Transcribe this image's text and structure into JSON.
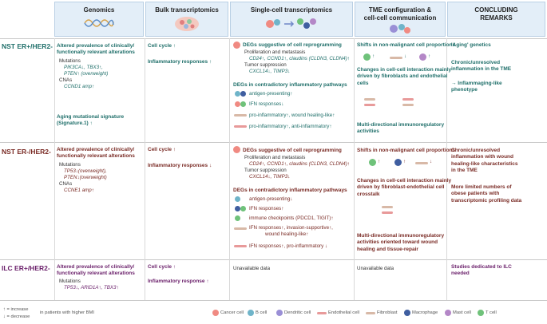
{
  "headers": {
    "genomics": "Genomics",
    "bulk": "Bulk transcriptomics",
    "single": "Single-cell transcriptomics",
    "tme_1": "TME configuration &",
    "tme_2": "cell-cell communication",
    "concl_1": "CONCLUDING",
    "concl_2": "REMARKS"
  },
  "rows": {
    "r1": "NST ER+/HER2-",
    "r2": "NST ER-/HER2-",
    "r3": "ILC ER+/HER2-"
  },
  "r1": {
    "gen_title_1": "Altered prevalence of clinically/",
    "gen_title_2": "functionally relevant alterations",
    "mut": "Mutations",
    "mut_1": "PIK3CA↓, TBX3↑,",
    "mut_2": "PTEN↑ (overweight)",
    "cna": "CNAs",
    "cna_1": "CCND1 amp↑",
    "aging_1": "Aging mutational signature",
    "aging_2": "(Signature.1) ↑",
    "bulk_1": "Cell cycle ↑",
    "bulk_2": "Inflammatory responses ↑",
    "sc_title": "DEGs suggestive of cell reprogramming",
    "sc_pm": "Proliferation and metastasis",
    "sc_pm_genes": "CD24↑, CCND1↑, claudins (CLDN3, CLDN4)↑",
    "sc_ts": "Tumor suppression",
    "sc_ts_genes": "CXCL14↓, TIMP3↓",
    "sc_inf": "DEGs in contradictory inflammatory pathways",
    "sc_i1": "antigen-presenting↑",
    "sc_i2": "IFN responses↓",
    "sc_i3": "pro-inflammatory↑, wound healing-like↑",
    "sc_i4": "pro-inflammatory↑, anti-inflammatory↑",
    "tme_1": "Shifts in non-malignant cell proportions",
    "tme_2a": "Changes in cell-cell interaction mainly",
    "tme_2b": "driven by fibroblasts and endothelial",
    "tme_2c": "cells",
    "tme_3a": "Multi-directional immunoregulatory",
    "tme_3b": "activities",
    "c1": "'Aging' genetics",
    "c2a": "Chronic/unresolved",
    "c2b": "inflammation in the TME",
    "c3a": "→ Inflammaging-like",
    "c3b": "phenotype"
  },
  "r2": {
    "gen_title_1": "Altered prevalence of clinically/",
    "gen_title_2": "functionally relevant alterations",
    "mut": "Mutations",
    "mut_1": "TP53↓(overweight),",
    "mut_2": "PTEN↓(overweight)",
    "cna": "CNAs",
    "cna_1": "CCNE1 amp↑",
    "bulk_1": "Cell cycle ↑",
    "bulk_2": "Inflammatory responses ↓",
    "sc_title": "DEGs suggestive of cell reprogramming",
    "sc_pm": "Proliferation and metastasis",
    "sc_pm_genes": "CD24↑, CCND1↑, claudins (CLDN3, CLDN4)↑",
    "sc_ts": "Tumor suppression",
    "sc_ts_genes": "CXCL14↓, TIMP3↓",
    "sc_inf": "DEGs in contradictory inflammatory pathways",
    "sc_i1": "antigen-presenting↓",
    "sc_i2": "IFN responses↑",
    "sc_i3": "immune checkpoints (PDCD1, TIGIT)↑",
    "sc_i4a": "IFN responses↑, invasion-supportive↑,",
    "sc_i4b": "wound healing-like↑",
    "sc_i5": "IFN responses↑, pro-inflammatory ↓",
    "tme_1": "Shifts in non-malignant cell proportions",
    "tme_2a": "Changes in cell-cell interaction mainly",
    "tme_2b": "driven by fibroblast-endothelial cell",
    "tme_2c": "crosstalk",
    "tme_3a": "Multi-directional immunoregulatory",
    "tme_3b": "activities oriented toward wound",
    "tme_3c": "healing and tissue-repair",
    "c1a": "Chronic/unresolved",
    "c1b": "inflammation with wound",
    "c1c": "healing-like characteristics",
    "c1d": "in the TME",
    "c2a": "More limited numbers of",
    "c2b": "obese patients with",
    "c2c": "transcriptomic profiling data"
  },
  "r3": {
    "gen_title_1": "Altered prevalence of clinically/",
    "gen_title_2": "functionally relevant alterations",
    "mut": "Mutations",
    "mut_1": "TP53↓, ARID1A↑, TBX3↑",
    "bulk_1": "Cell cycle ↑",
    "bulk_2": "Inflammatory response ↑",
    "sc": "Unavailable data",
    "tme": "Unavailable data",
    "c1a": "Studies dedicated to ILC",
    "c1b": "needed"
  },
  "legend": {
    "inc": "↑ = increase",
    "dec": "↓ = decrease",
    "bmi": "in patients with higher BMI",
    "items": [
      "Cancer cell",
      "B cell",
      "Dendritic cell",
      "Endothelial cell",
      "Fibroblast",
      "Macrophage",
      "Mast cell",
      "T cell"
    ]
  },
  "colors": {
    "teal": "#1f6f6a",
    "red": "#7a2b25",
    "header_bg": "#e3eef8",
    "cancer": "#f08a82",
    "bcell": "#6fb4c9",
    "dendritic": "#9a8fd6",
    "endothelial": "#e89a9a",
    "fibroblast": "#d8b9a7",
    "macrophage": "#3f5ea0",
    "mast": "#b487c7",
    "tcell": "#6fc27a"
  }
}
